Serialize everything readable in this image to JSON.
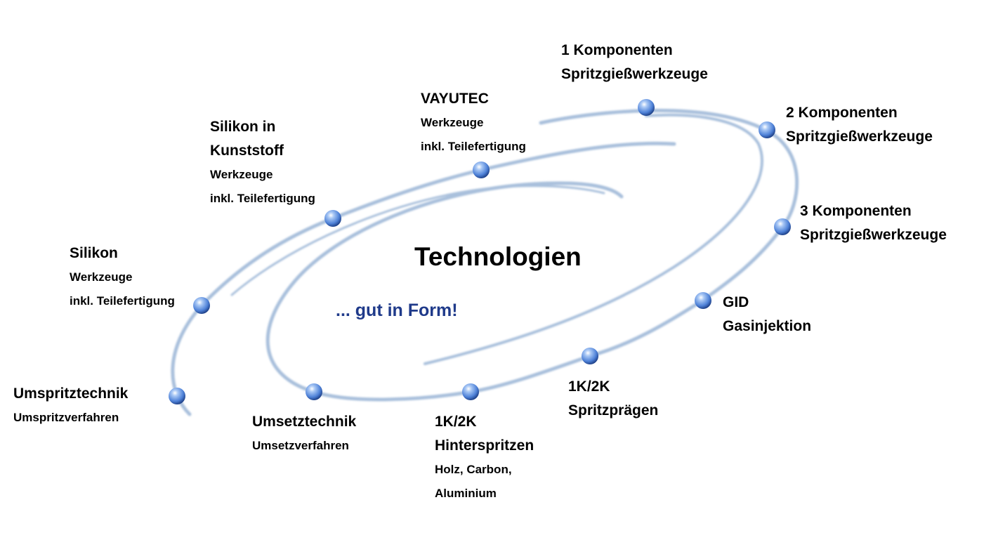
{
  "title": "Technologien",
  "slogan": "... gut in Form!",
  "colors": {
    "sphere": "#5b8ee0",
    "swirl": "#a9c0dc",
    "slogan": "#1f3a8a"
  },
  "nodes": [
    {
      "id": "1k",
      "lines": [
        "1 Komponenten",
        "Spritzgießwerkzeuge"
      ]
    },
    {
      "id": "2k",
      "lines": [
        "2 Komponenten",
        "Spritzgießwerkzeuge"
      ]
    },
    {
      "id": "3k",
      "lines": [
        "3 Komponenten",
        "Spritzgießwerkzeuge"
      ]
    },
    {
      "id": "gid",
      "lines": [
        "GID",
        "Gasinjektion"
      ]
    },
    {
      "id": "praegen",
      "lines": [
        "1K/2K",
        "Spritzprägen"
      ]
    },
    {
      "id": "hinter",
      "lines": [
        "1K/2K",
        "Hinterspritzen",
        "Holz, Carbon,",
        "Aluminium"
      ]
    },
    {
      "id": "umsetz",
      "lines": [
        "Umsetztechnik",
        "Umsetzverfahren"
      ]
    },
    {
      "id": "umspritz",
      "lines": [
        "Umspritztechnik",
        "Umspritzverfahren"
      ]
    },
    {
      "id": "silikon",
      "lines": [
        "Silikon",
        "Werkzeuge",
        "inkl. Teilefertigung"
      ]
    },
    {
      "id": "sik",
      "lines": [
        "Silikon in",
        "Kunststoff",
        "Werkzeuge",
        "inkl. Teilefertigung"
      ]
    },
    {
      "id": "vayutec",
      "lines": [
        "VAYUTEC",
        "Werkzeuge",
        "inkl. Teilefertigung"
      ]
    }
  ]
}
